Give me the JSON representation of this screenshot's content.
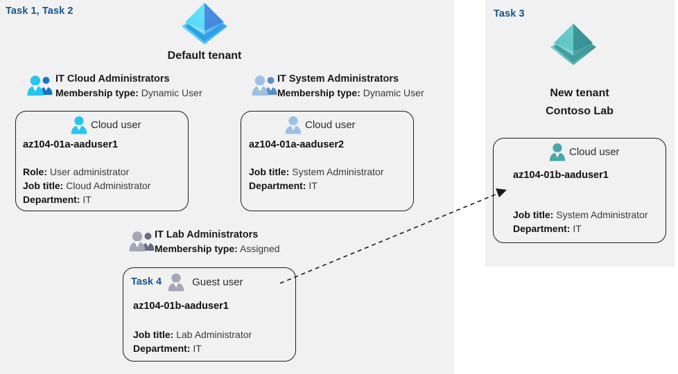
{
  "panels": {
    "left": {
      "task_label": "Task 1, Task 2"
    },
    "right": {
      "task_label": "Task 3"
    }
  },
  "tenants": [
    {
      "icon": "azure-ad-tenant-icon",
      "caption": "Default tenant",
      "color": "#3aa0f3"
    },
    {
      "icon": "azure-ad-tenant-icon",
      "caption_line1": "New  tenant",
      "caption_line2": "Contoso Lab",
      "color": "#4fb3b3"
    }
  ],
  "groups": [
    {
      "icon": "group-users-icon",
      "name": "IT Cloud Administrators",
      "meta_label": "Membership type:",
      "meta_value": "Dynamic User"
    },
    {
      "icon": "group-users-icon",
      "name": "IT System Administrators",
      "meta_label": "Membership type:",
      "meta_value": "Dynamic User"
    },
    {
      "icon": "group-users-icon",
      "name": "IT Lab Administrators",
      "meta_label": "Membership type:",
      "meta_value": "Assigned"
    }
  ],
  "cards": [
    {
      "user_type": "Cloud user",
      "user_icon": "cloud-user-icon",
      "name": "az104-01a-aaduser1",
      "attrs": [
        {
          "label": "Role:",
          "value": "User administrator"
        },
        {
          "label": "Job title:",
          "value": "Cloud Administrator"
        },
        {
          "label": "Department:",
          "value": "IT"
        }
      ]
    },
    {
      "user_type": "Cloud user",
      "user_icon": "cloud-user-icon",
      "name": "az104-01a-aaduser2",
      "attrs": [
        {
          "label": "Job title:",
          "value": "System Administrator"
        },
        {
          "label": "Department:",
          "value": "IT"
        }
      ]
    },
    {
      "task_inline": "Task 4",
      "user_type": "Guest user",
      "user_icon": "guest-user-icon",
      "name": "az104-01b-aaduser1",
      "attrs": [
        {
          "label": "Job title:",
          "value": "Lab Administrator"
        },
        {
          "label": "Department:",
          "value": "IT"
        }
      ]
    },
    {
      "user_type": "Cloud user",
      "user_icon": "cloud-user-icon",
      "name": "az104-01b-aaduser1",
      "attrs": [
        {
          "label": "Job title:",
          "value": "System Administrator"
        },
        {
          "label": "Department:",
          "value": "IT"
        }
      ]
    }
  ],
  "connector": {
    "name": "guest-user-migration-arrow",
    "style": "dashed-arrow"
  },
  "colors": {
    "panel_background": "#f1f1f1",
    "page_background": "#ffffff",
    "task_accent": "#15548c",
    "card_border": "#1b1b1b",
    "text_primary": "#111111",
    "text_secondary": "#3a3a3a",
    "tenant_blue": "#3aa0f3",
    "tenant_teal": "#4fb3b3"
  }
}
